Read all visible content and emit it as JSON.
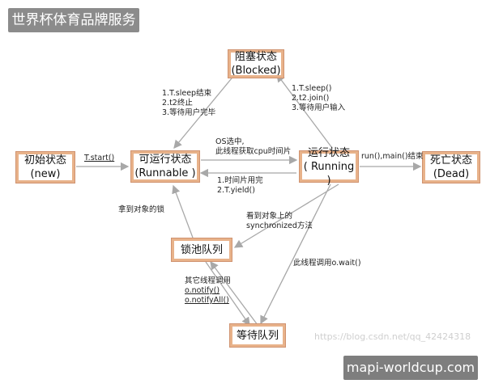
{
  "watermarks": {
    "top": "世界杯体育品牌服务",
    "bottom": "mapi-worldcup.com",
    "faint": "https://blog.csdn.net/qq_42424318"
  },
  "nodes": {
    "blocked": {
      "title": "阻塞状态",
      "sub": "(Blocked)"
    },
    "new": {
      "title": "初始状态",
      "sub": "(new)"
    },
    "runnable": {
      "title": "可运行状态",
      "sub": "(Runnable )"
    },
    "running": {
      "title": "运行状态",
      "sub": "( Running )"
    },
    "dead": {
      "title": "死亡状态",
      "sub": "(Dead)"
    },
    "lock_pool": {
      "title": "锁池队列"
    },
    "wait_queue": {
      "title": "等待队列"
    }
  },
  "labels": {
    "blocked_to_runnable": [
      "1.T.sleep结束",
      "2.t2终止",
      "3.等待用户完毕"
    ],
    "running_to_blocked": [
      "1.T.sleep()",
      "2.t2.join()",
      "3.等待用户输入"
    ],
    "os_select": [
      "OS选中,",
      "此线程获取cpu时间片"
    ],
    "start": "T.start()",
    "run_end": "run(),main()结束",
    "timeslice": [
      "1.时间片用完",
      "2.T.yield()"
    ],
    "get_lock": "拿到对象的锁",
    "see_sync": [
      "看到对象上的",
      "synchronized方法"
    ],
    "call_wait": "此线程调用o.wait()",
    "notify": [
      "其它线程调用",
      "o.notify()",
      "o.notifyAll()"
    ]
  },
  "colors": {
    "node_border": "#e8b28a",
    "arrow": "#a8a8a8"
  }
}
